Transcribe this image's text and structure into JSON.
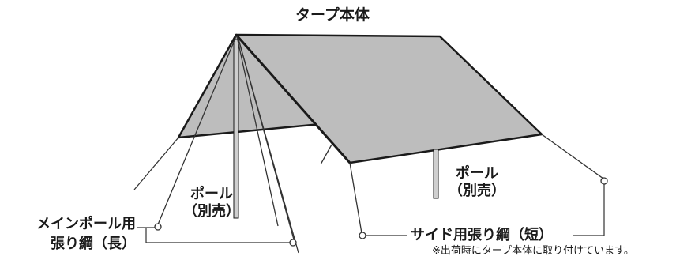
{
  "labels": {
    "tarp_body": "タープ本体",
    "pole_left_line1": "ポール",
    "pole_left_line2": "（別売）",
    "pole_right_line1": "ポール",
    "pole_right_line2": "（別売）",
    "main_pole_rope_line1": "メインポール用",
    "main_pole_rope_line2": "張り綱（長）",
    "side_rope": "サイド用張り綱（短）",
    "side_rope_note": "※出荷時にタープ本体に取り付けています。"
  },
  "colors": {
    "tarp_fill": "#bdbdbd",
    "outline": "#1a1a1a",
    "pole_fill": "#cfcfcf",
    "rope": "#333333"
  }
}
